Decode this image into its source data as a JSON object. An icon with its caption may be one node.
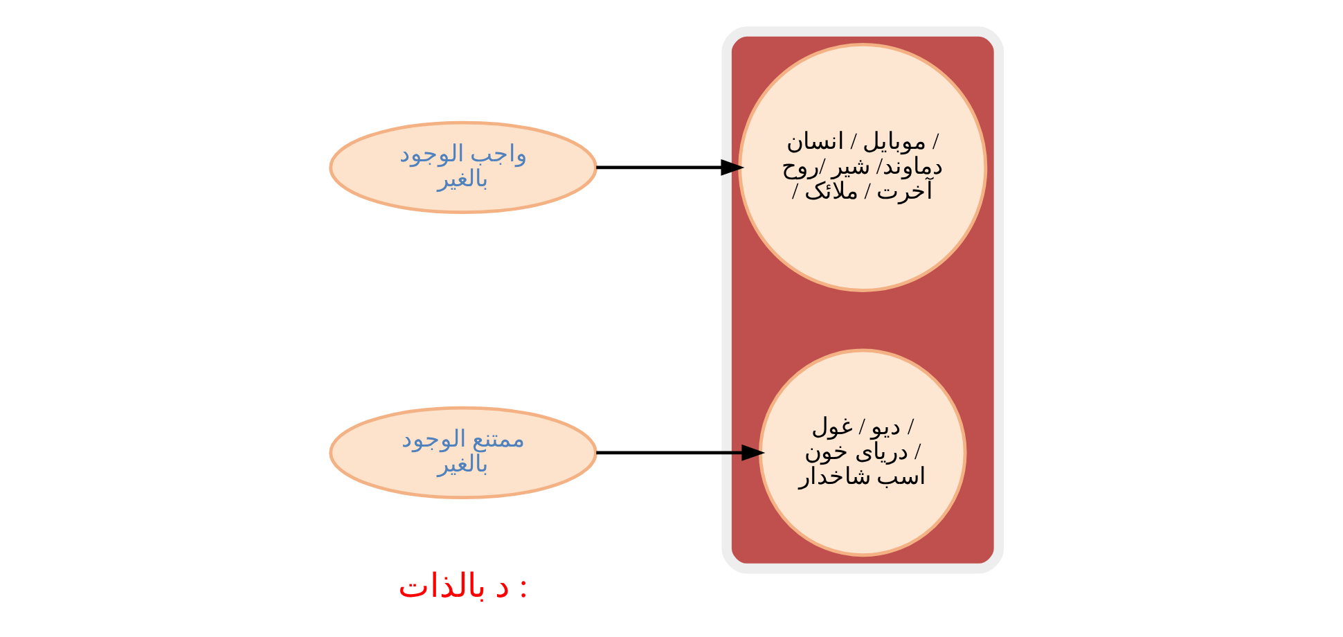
{
  "diagram": {
    "nodes": [
      {
        "text": [
          "واجب الوجود بالغیر"
        ]
      },
      {
        "text": [
          "ممتنع الوجود بالغیر"
        ]
      },
      {
        "text": [],
        "shape": "ellipse"
      },
      {
        "text": [
          "موبایل / انسان / دماوند/ شیر /روح / آخرت / ملائک"
        ],
        "in": 2
      },
      {
        "text": [
          "دیو / غول / دریای خون / اسب شاخدار"
        ],
        "in": 2
      }
    ],
    "edges": [
      {
        "from": 0,
        "to": 3,
        "arrow": "to"
      },
      {
        "from": 1,
        "to": 4,
        "arrow": "to"
      }
    ],
    "labels": [
      "د بالذات :"
    ]
  }
}
